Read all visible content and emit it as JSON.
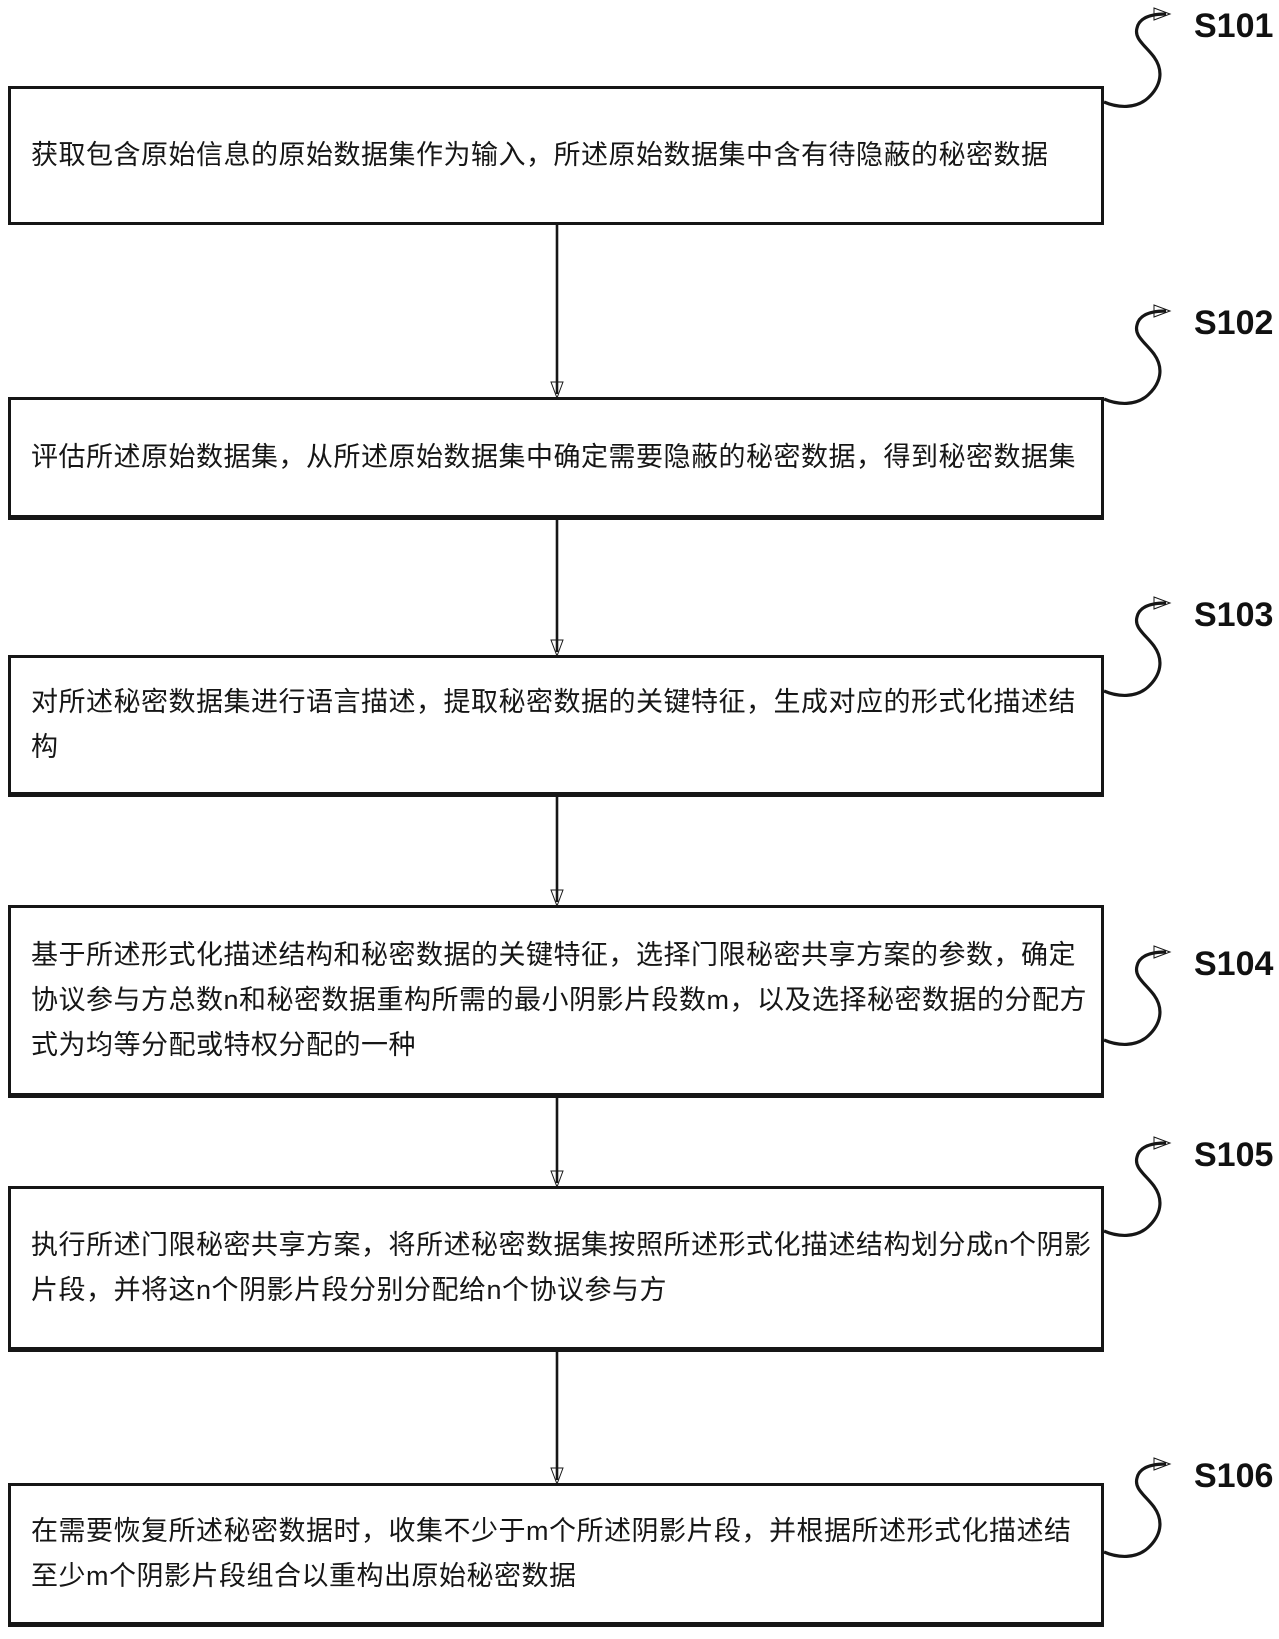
{
  "figure": {
    "type": "flowchart",
    "step_count": 6,
    "colors": {
      "background": "#ffffff",
      "line": "#161616",
      "text": "#161616"
    }
  },
  "steps": [
    {
      "id": "S101",
      "text": "获取包含原始信息的原始数据集作为输入，所述原始数据集中含有待隐蔽的秘密数据"
    },
    {
      "id": "S102",
      "text": "评估所述原始数据集，从所述原始数据集中确定需要隐蔽的秘密数据，得到秘密数据集"
    },
    {
      "id": "S103",
      "text": "对所述秘密数据集进行语言描述，提取秘密数据的关键特征，生成对应的形式化描述结\n构"
    },
    {
      "id": "S104",
      "text": "基于所述形式化描述结构和秘密数据的关键特征，选择门限秘密共享方案的参数，确定\n协议参与方总数n和秘密数据重构所需的最小阴影片段数m，以及选择秘密数据的分配方\n式为均等分配或特权分配的一种"
    },
    {
      "id": "S105",
      "text": "执行所述门限秘密共享方案，将所述秘密数据集按照所述形式化描述结构划分成n个阴影\n片段，并将这n个阴影片段分别分配给n个协议参与方"
    },
    {
      "id": "S106",
      "text": "在需要恢复所述秘密数据时，收集不少于m个所述阴影片段，并根据所述形式化描述结\n至少m个阴影片段组合以重构出原始秘密数据"
    }
  ]
}
